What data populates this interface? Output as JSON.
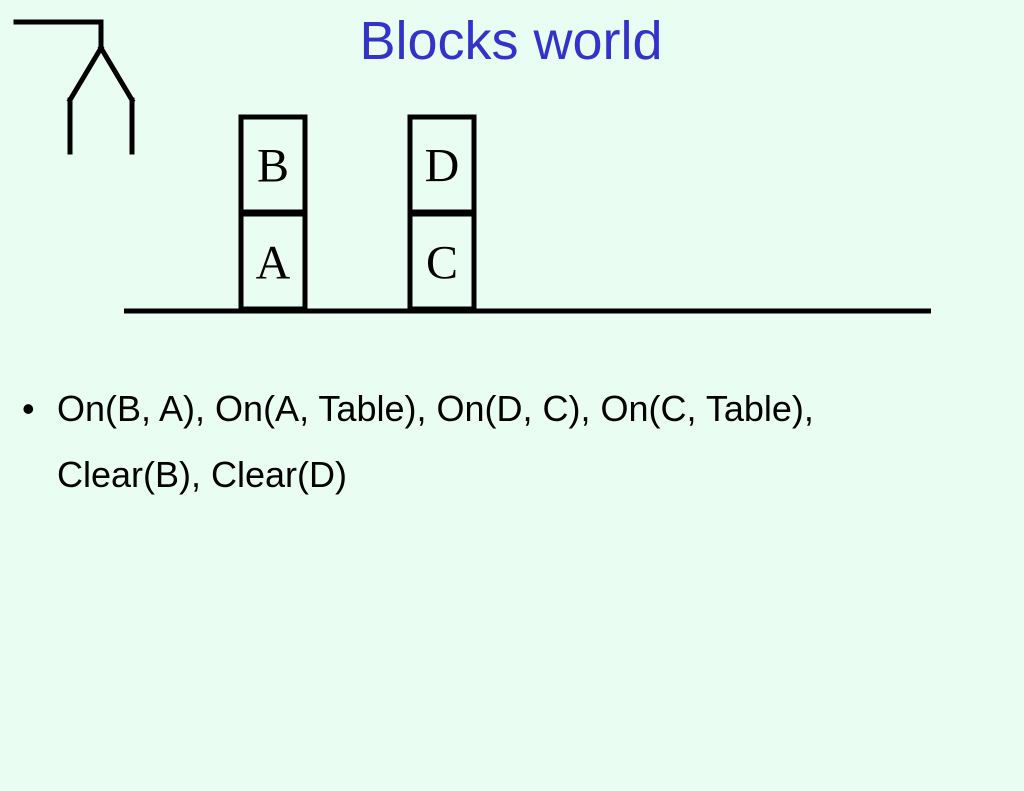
{
  "slide": {
    "title": "Blocks world",
    "title_color": "#3333cc",
    "background_color": "#eafdf3"
  },
  "scene": {
    "gripper_icon": "robot-gripper-icon",
    "blocks": [
      {
        "label": "B",
        "stack": 1,
        "level": 2
      },
      {
        "label": "A",
        "stack": 1,
        "level": 1
      },
      {
        "label": "D",
        "stack": 2,
        "level": 2
      },
      {
        "label": "C",
        "stack": 2,
        "level": 1
      }
    ]
  },
  "bullets": [
    {
      "glyph": "•",
      "text": "On(B, A), On(A, Table), On(D, C), On(C, Table), Clear(B), Clear(D)"
    }
  ]
}
